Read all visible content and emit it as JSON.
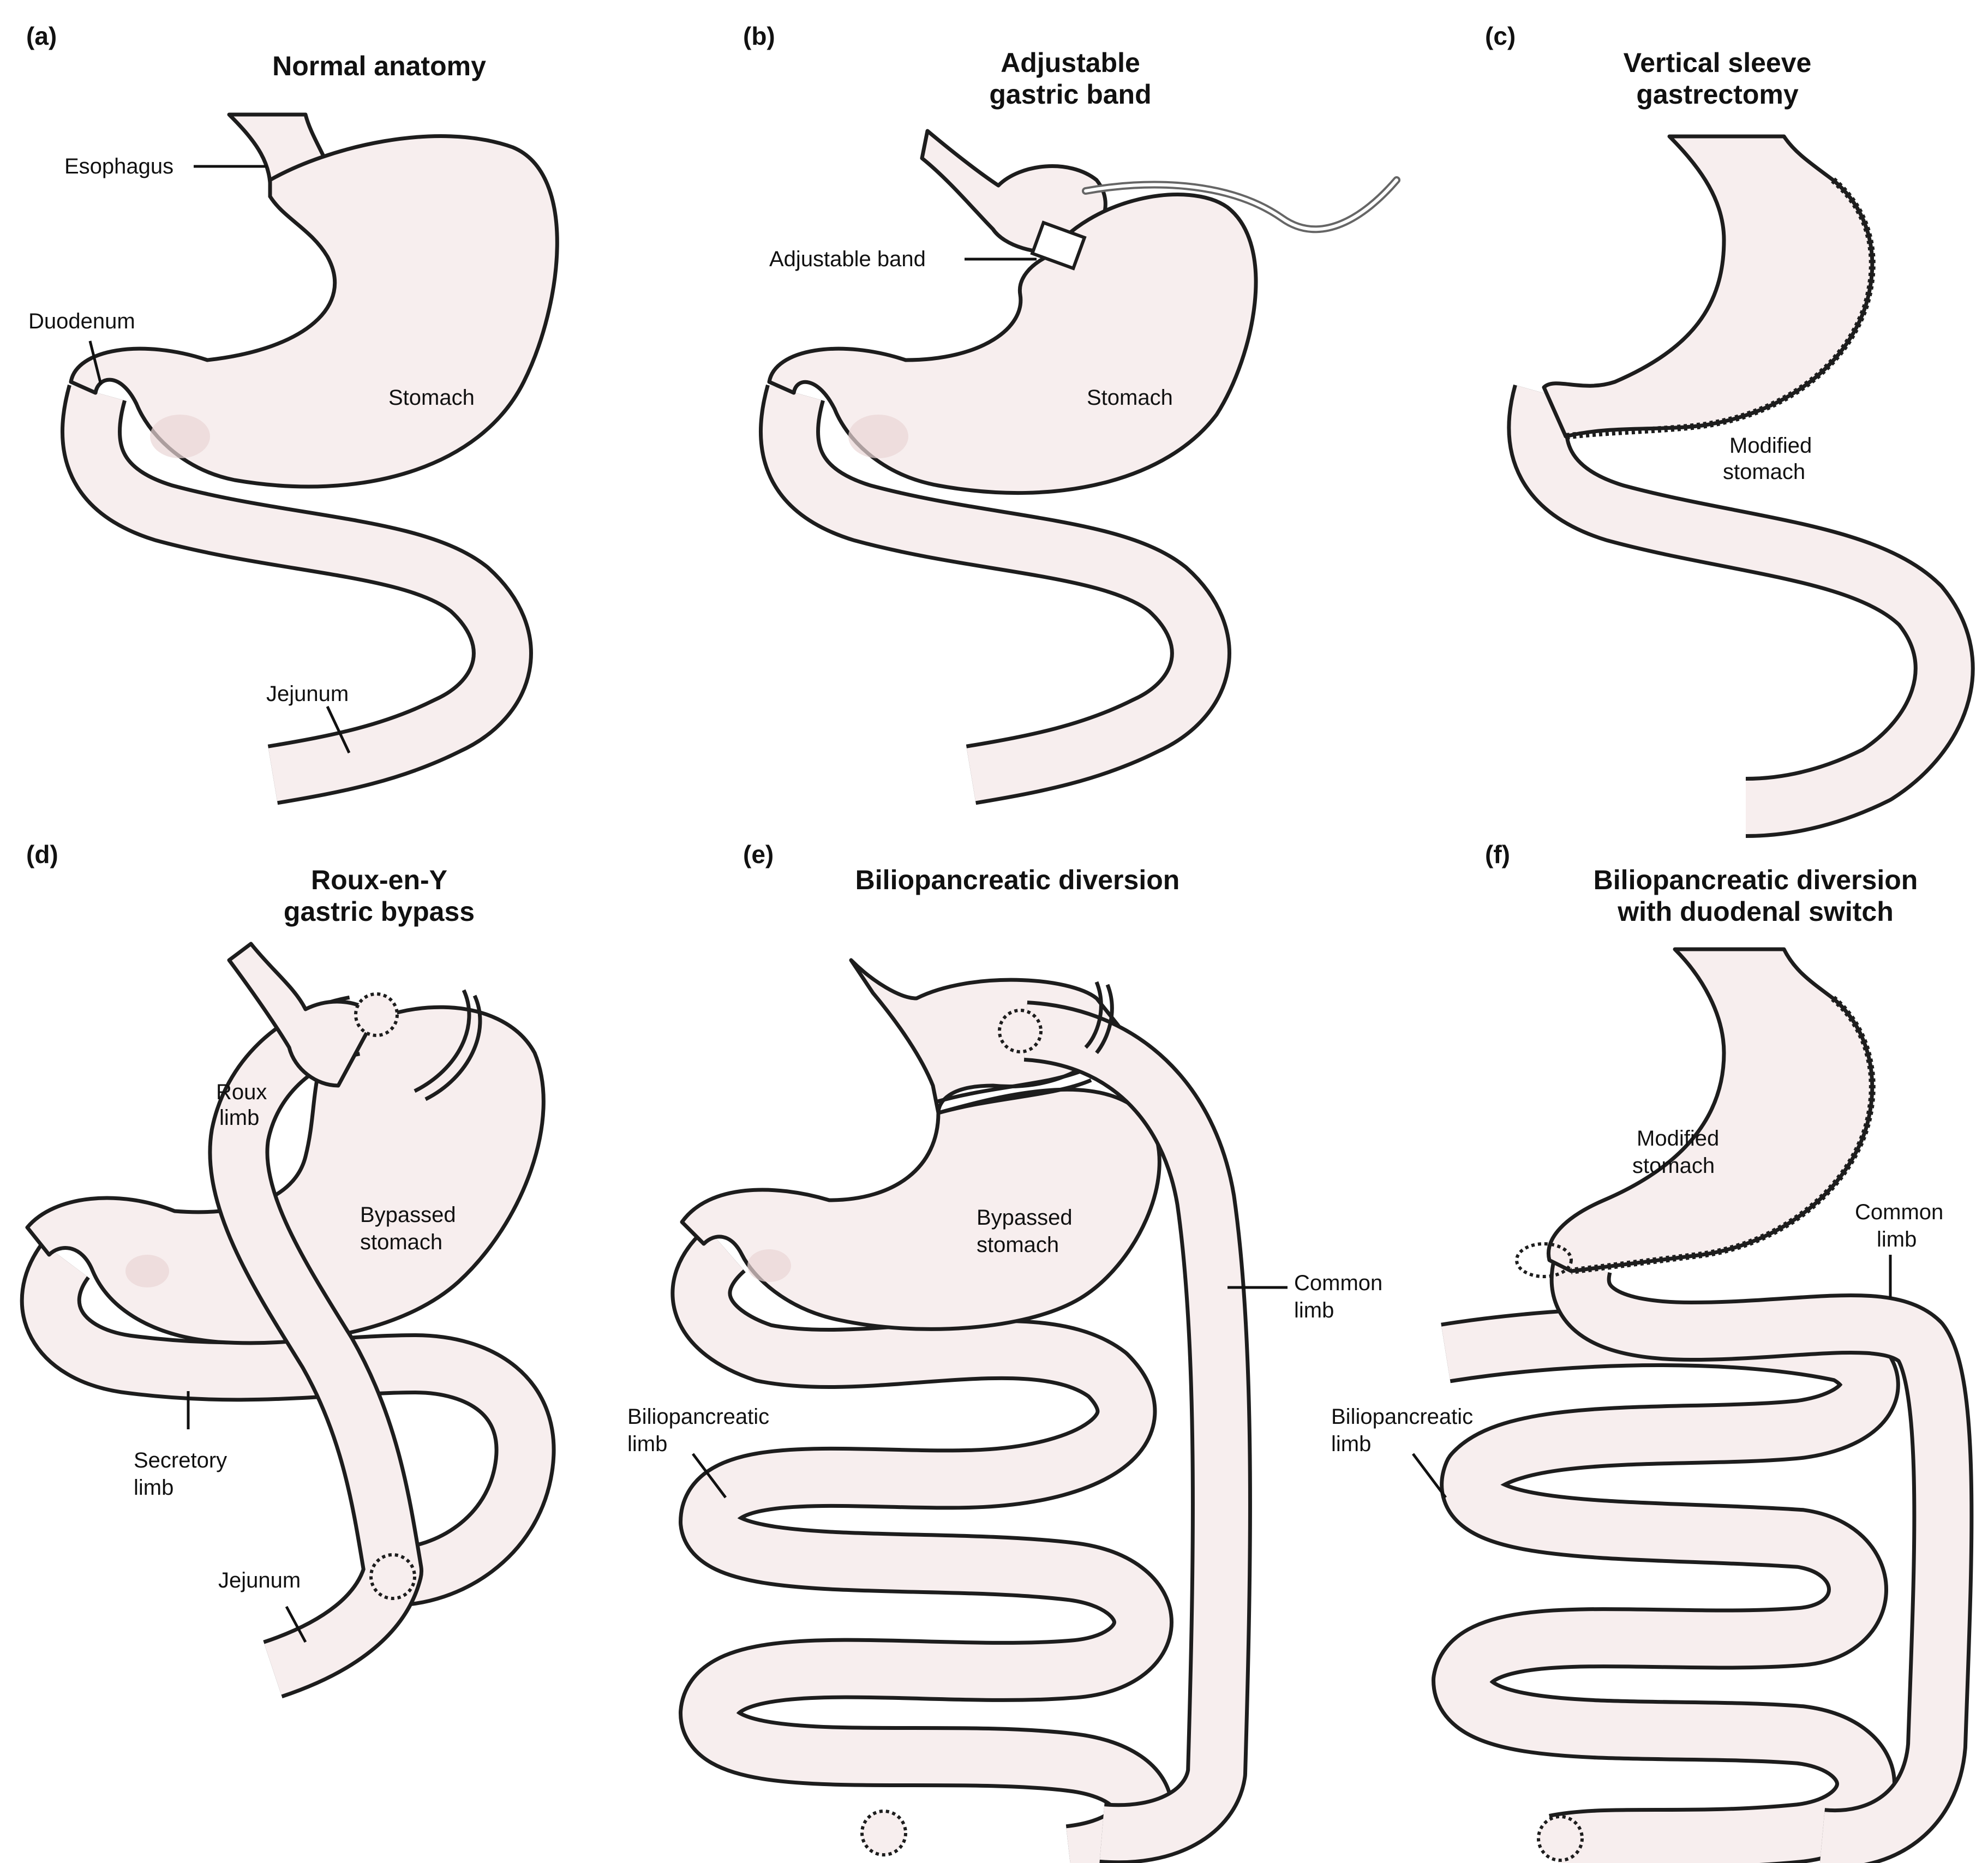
{
  "panels": [
    {
      "letter": "(a)",
      "title_lines": [
        "Normal anatomy"
      ],
      "labels": {
        "esophagus": "Esophagus",
        "duodenum": "Duodenum",
        "stomach": "Stomach",
        "jejunum": "Jejunum"
      }
    },
    {
      "letter": "(b)",
      "title_lines": [
        "Adjustable",
        "gastric band"
      ],
      "labels": {
        "band": "Adjustable band",
        "stomach": "Stomach"
      }
    },
    {
      "letter": "(c)",
      "title_lines": [
        "Vertical sleeve",
        "gastrectomy"
      ],
      "labels": {
        "modified_stomach": [
          "Modified",
          "stomach"
        ]
      }
    },
    {
      "letter": "(d)",
      "title_lines": [
        "Roux-en-Y",
        "gastric bypass"
      ],
      "labels": {
        "roux_limb": [
          "Roux",
          "limb"
        ],
        "bypassed_stomach": [
          "Bypassed",
          "stomach"
        ],
        "secretory_limb": [
          "Secretory",
          "limb"
        ],
        "jejunum": "Jejunum"
      }
    },
    {
      "letter": "(e)",
      "title_lines": [
        "Biliopancreatic diversion"
      ],
      "labels": {
        "bypassed_stomach": [
          "Bypassed",
          "stomach"
        ],
        "common_limb": [
          "Common",
          "limb"
        ],
        "biliopancreatic_limb": [
          "Biliopancreatic",
          "limb"
        ]
      }
    },
    {
      "letter": "(f)",
      "title_lines": [
        "Biliopancreatic diversion",
        "with duodenal switch"
      ],
      "labels": {
        "modified_stomach": [
          "Modified",
          "stomach"
        ],
        "common_limb": [
          "Common",
          "limb"
        ],
        "biliopancreatic_limb": [
          "Biliopancreatic",
          "limb"
        ]
      }
    }
  ]
}
